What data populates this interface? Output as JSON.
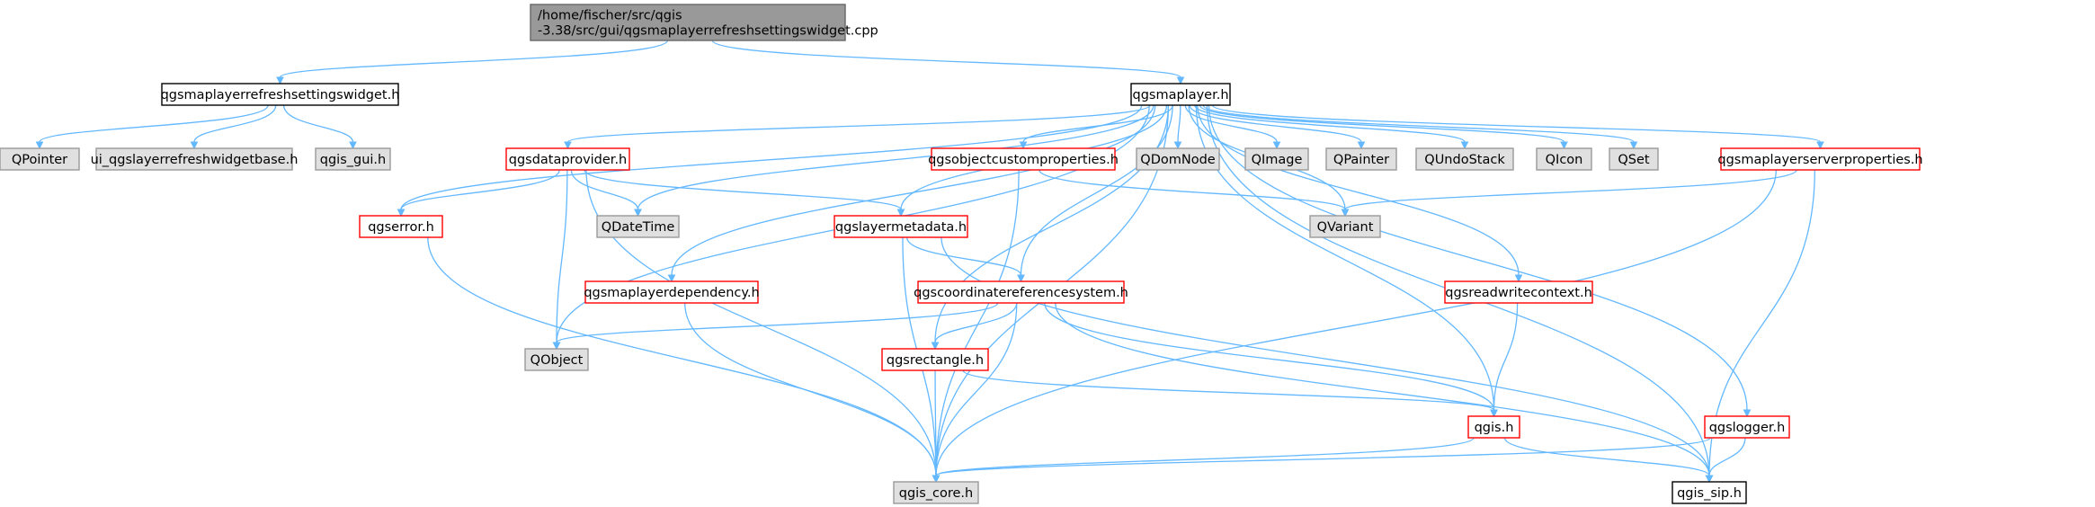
{
  "graph": {
    "nodes": [
      {
        "id": "cpp",
        "lines": [
          "/home/fischer/src/qgis",
          "-3.38/src/gui/qgsmaplayerrefreshsettingswidget.cpp"
        ],
        "style": "root"
      },
      {
        "id": "widgeth",
        "lines": [
          "qgsmaplayerrefreshsettingswidget.h"
        ],
        "style": "normal"
      },
      {
        "id": "maplayer",
        "lines": [
          "qgsmaplayer.h"
        ],
        "style": "normal"
      },
      {
        "id": "qpointer",
        "lines": [
          "QPointer"
        ],
        "style": "external"
      },
      {
        "id": "uiwidget",
        "lines": [
          "ui_qgslayerrefreshwidgetbase.h"
        ],
        "style": "external"
      },
      {
        "id": "qgisgui",
        "lines": [
          "qgis_gui.h"
        ],
        "style": "external"
      },
      {
        "id": "dataprovider",
        "lines": [
          "qgsdataprovider.h"
        ],
        "style": "red"
      },
      {
        "id": "objcustom",
        "lines": [
          "qgsobjectcustomproperties.h"
        ],
        "style": "red"
      },
      {
        "id": "qdomnode",
        "lines": [
          "QDomNode"
        ],
        "style": "external"
      },
      {
        "id": "qimage",
        "lines": [
          "QImage"
        ],
        "style": "external"
      },
      {
        "id": "qpainter",
        "lines": [
          "QPainter"
        ],
        "style": "external"
      },
      {
        "id": "qundostack",
        "lines": [
          "QUndoStack"
        ],
        "style": "external"
      },
      {
        "id": "qicon",
        "lines": [
          "QIcon"
        ],
        "style": "external"
      },
      {
        "id": "qset",
        "lines": [
          "QSet"
        ],
        "style": "external"
      },
      {
        "id": "serverprops",
        "lines": [
          "qgsmaplayerserverproperties.h"
        ],
        "style": "red"
      },
      {
        "id": "qgserror",
        "lines": [
          "qgserror.h"
        ],
        "style": "red"
      },
      {
        "id": "qdatetime",
        "lines": [
          "QDateTime"
        ],
        "style": "external"
      },
      {
        "id": "layermeta",
        "lines": [
          "qgslayermetadata.h"
        ],
        "style": "red"
      },
      {
        "id": "qvariant",
        "lines": [
          "QVariant"
        ],
        "style": "external"
      },
      {
        "id": "dependency",
        "lines": [
          "qgsmaplayerdependency.h"
        ],
        "style": "red"
      },
      {
        "id": "crs",
        "lines": [
          "qgscoordinatereferencesystem.h"
        ],
        "style": "red"
      },
      {
        "id": "readwrite",
        "lines": [
          "qgsreadwritecontext.h"
        ],
        "style": "red"
      },
      {
        "id": "qobject",
        "lines": [
          "QObject"
        ],
        "style": "external"
      },
      {
        "id": "rectangle",
        "lines": [
          "qgsrectangle.h"
        ],
        "style": "red"
      },
      {
        "id": "qgish",
        "lines": [
          "qgis.h"
        ],
        "style": "red"
      },
      {
        "id": "logger",
        "lines": [
          "qgslogger.h"
        ],
        "style": "red"
      },
      {
        "id": "qgiscore",
        "lines": [
          "qgis_core.h"
        ],
        "style": "external"
      },
      {
        "id": "qgissip",
        "lines": [
          "qgis_sip.h"
        ],
        "style": "normal"
      }
    ],
    "edges": [
      [
        "cpp",
        "widgeth"
      ],
      [
        "cpp",
        "maplayer"
      ],
      [
        "widgeth",
        "qpointer"
      ],
      [
        "widgeth",
        "uiwidget"
      ],
      [
        "widgeth",
        "qgisgui"
      ],
      [
        "maplayer",
        "qgserror"
      ],
      [
        "maplayer",
        "qobject"
      ],
      [
        "maplayer",
        "dataprovider"
      ],
      [
        "maplayer",
        "qdatetime"
      ],
      [
        "maplayer",
        "dependency"
      ],
      [
        "maplayer",
        "qgiscore"
      ],
      [
        "maplayer",
        "rectangle"
      ],
      [
        "maplayer",
        "layermeta"
      ],
      [
        "maplayer",
        "crs"
      ],
      [
        "maplayer",
        "objcustom"
      ],
      [
        "maplayer",
        "qdomnode"
      ],
      [
        "maplayer",
        "qimage"
      ],
      [
        "maplayer",
        "qpainter"
      ],
      [
        "maplayer",
        "qundostack"
      ],
      [
        "maplayer",
        "qicon"
      ],
      [
        "maplayer",
        "qset"
      ],
      [
        "maplayer",
        "serverprops"
      ],
      [
        "maplayer",
        "qvariant"
      ],
      [
        "maplayer",
        "readwrite"
      ],
      [
        "maplayer",
        "qgish"
      ],
      [
        "maplayer",
        "logger"
      ],
      [
        "maplayer",
        "qgissip"
      ],
      [
        "dataprovider",
        "qgserror"
      ],
      [
        "dataprovider",
        "qdatetime"
      ],
      [
        "dataprovider",
        "layermeta"
      ],
      [
        "dataprovider",
        "qobject"
      ],
      [
        "dataprovider",
        "qgiscore"
      ],
      [
        "objcustom",
        "qvariant"
      ],
      [
        "objcustom",
        "qgiscore"
      ],
      [
        "serverprops",
        "qvariant"
      ],
      [
        "serverprops",
        "qgiscore"
      ],
      [
        "serverprops",
        "qgissip"
      ],
      [
        "qgserror",
        "qgiscore"
      ],
      [
        "layermeta",
        "crs"
      ],
      [
        "layermeta",
        "qgiscore"
      ],
      [
        "layermeta",
        "qgissip"
      ],
      [
        "dependency",
        "qgiscore"
      ],
      [
        "crs",
        "qobject"
      ],
      [
        "crs",
        "rectangle"
      ],
      [
        "crs",
        "qgiscore"
      ],
      [
        "crs",
        "qgish"
      ],
      [
        "crs",
        "qgissip"
      ],
      [
        "readwrite",
        "qgish"
      ],
      [
        "rectangle",
        "qgish"
      ],
      [
        "rectangle",
        "qgiscore"
      ],
      [
        "qgish",
        "qgiscore"
      ],
      [
        "qgish",
        "qgissip"
      ],
      [
        "logger",
        "qgiscore"
      ],
      [
        "logger",
        "qgissip"
      ]
    ]
  },
  "colors": {
    "edge": "#63b8ff",
    "root_fill": "#999999",
    "root_border": "#666666",
    "normal_fill": "#ffffff",
    "normal_border": "#000000",
    "external_fill": "#e0e0e0",
    "external_border": "#999999",
    "red_fill": "#ffffff",
    "red_border": "#ff0000"
  }
}
